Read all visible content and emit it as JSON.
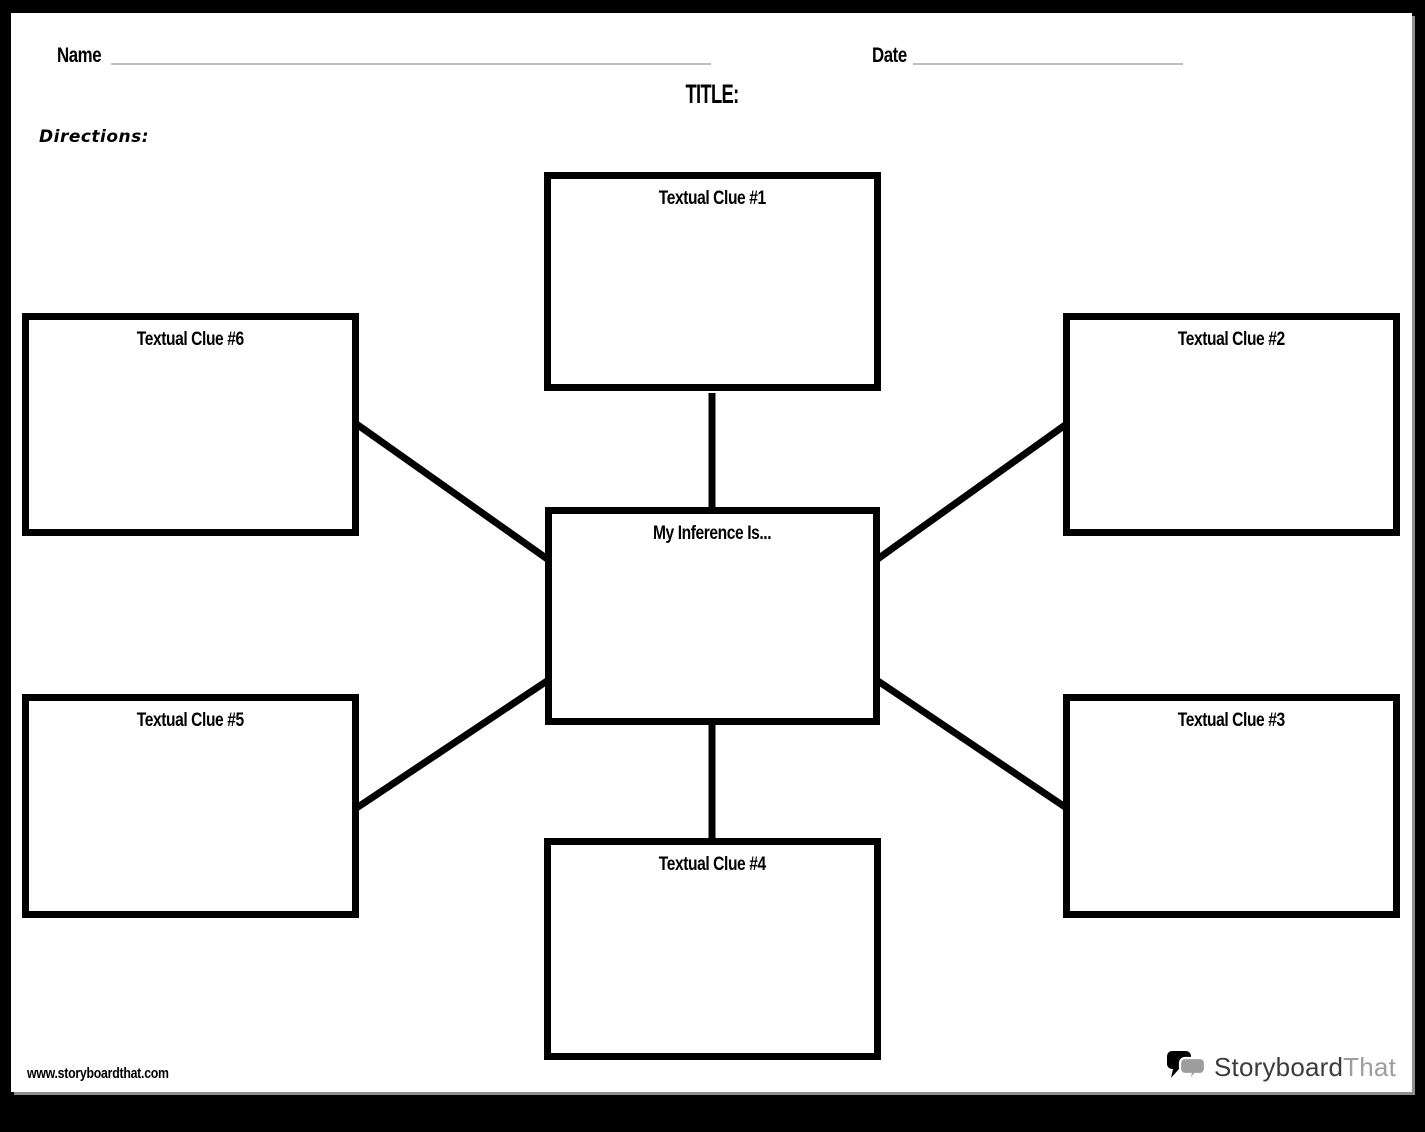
{
  "header": {
    "name_label": "Name",
    "date_label": "Date",
    "title": "TITLE:",
    "directions_label": "Directions:"
  },
  "diagram": {
    "center": {
      "label": "My Inference Is..."
    },
    "clues": [
      {
        "label": "Textual Clue #1"
      },
      {
        "label": "Textual Clue #2"
      },
      {
        "label": "Textual Clue #3"
      },
      {
        "label": "Textual Clue #4"
      },
      {
        "label": "Textual Clue #5"
      },
      {
        "label": "Textual Clue #6"
      }
    ]
  },
  "footer": {
    "website": "www.storyboardthat.com",
    "logo_text_primary": "Storyboard",
    "logo_text_secondary": "That"
  },
  "icons": {
    "logo_icon": "speech-bubbles-icon"
  },
  "colors": {
    "page_background": "#ffffff",
    "frame": "#000000",
    "box_border": "#000000",
    "connector": "#000000",
    "blank_line": "#bfbfbf",
    "logo_dark": "#3c3c3c",
    "logo_gray": "#9e9e9e"
  }
}
